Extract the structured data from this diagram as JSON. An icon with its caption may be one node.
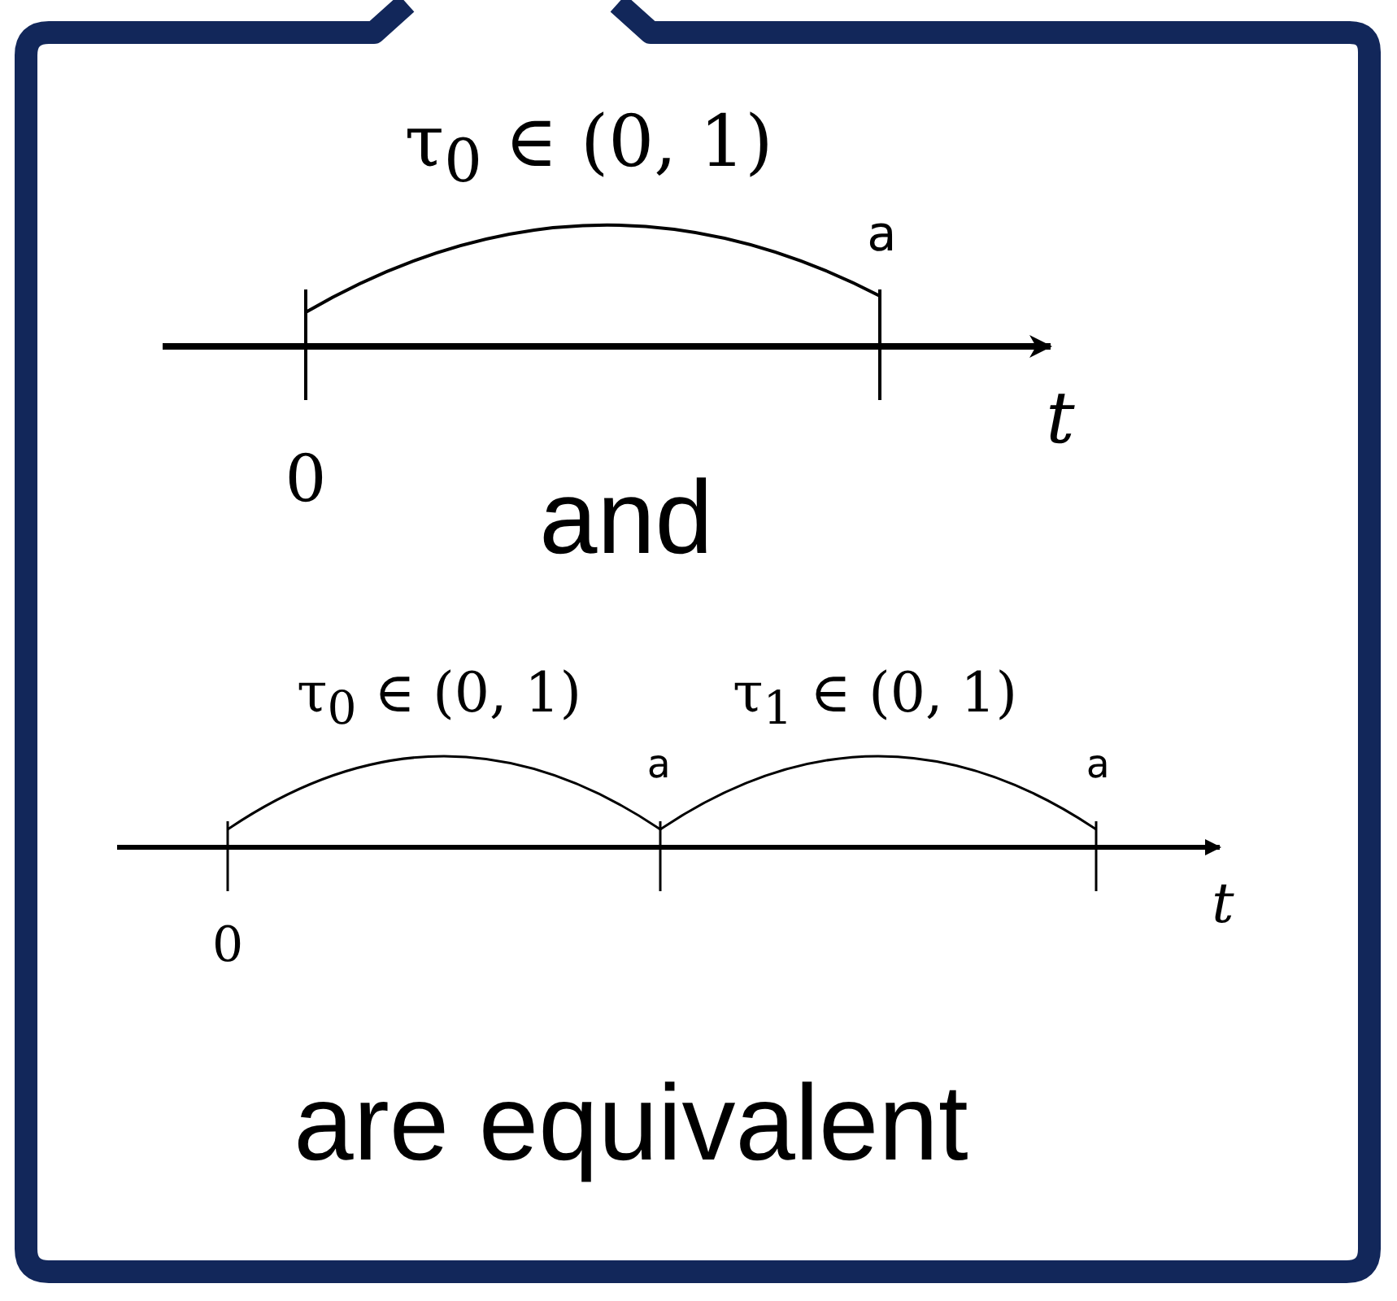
{
  "diagram": {
    "labels": [
      "τ$_{0}$ ∈ (0, 1)",
      "a",
      "t",
      "0",
      "and",
      "τ$_{0}$ ∈ (0, 1)",
      "τ$_{1}$ ∈ (0, 1)",
      "a",
      "a",
      "t",
      "0",
      "are equivalent"
    ]
  }
}
